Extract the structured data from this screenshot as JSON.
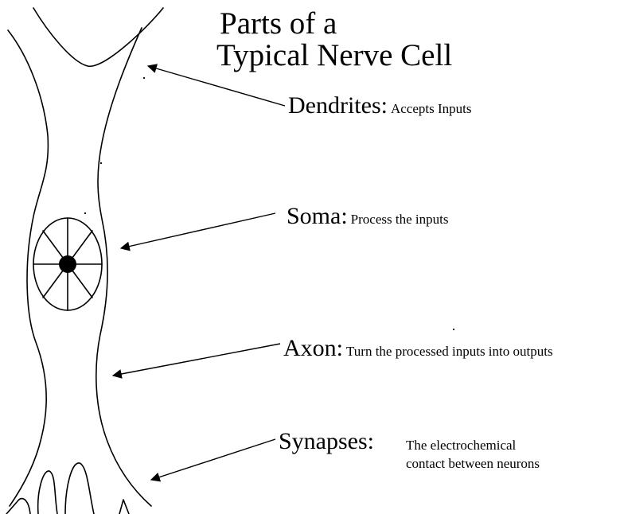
{
  "title": {
    "line1": "Parts of a",
    "line2": "Typical Nerve Cell"
  },
  "parts": [
    {
      "name": "Dendrites:",
      "description": "Accepts Inputs"
    },
    {
      "name": "Soma:",
      "description": "Process the inputs"
    },
    {
      "name": "Axon:",
      "description": "Turn the processed inputs  into outputs"
    },
    {
      "name": "Synapses:",
      "description_lines": [
        "The electrochemical",
        "contact between neurons"
      ]
    }
  ]
}
